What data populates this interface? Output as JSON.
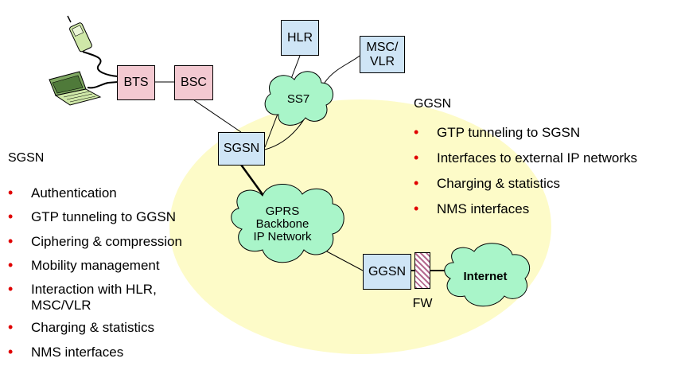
{
  "nodes": {
    "bts": "BTS",
    "bsc": "BSC",
    "hlr": "HLR",
    "msc_vlr": "MSC/\nVLR",
    "sgsn": "SGSN",
    "ggsn": "GGSN",
    "fw": "FW"
  },
  "clouds": {
    "ss7": "SS7",
    "backbone": "GPRS\nBackbone\nIP Network",
    "internet": "Internet"
  },
  "sgsn_panel": {
    "heading": "SGSN",
    "items": [
      "Authentication",
      "GTP tunneling to GGSN",
      "Ciphering & compression",
      "Mobility management",
      "Interaction with HLR,\nMSC/VLR",
      "Charging & statistics",
      "NMS interfaces"
    ]
  },
  "ggsn_panel": {
    "heading": "GGSN",
    "items": [
      "GTP tunneling to SGSN",
      "Interfaces to external IP networks",
      "Charging & statistics",
      "NMS interfaces"
    ]
  },
  "colors": {
    "domain_fill": "#fdfbc8",
    "cloud_fill": "#a9f5c9",
    "box_pink": "#f3c9d1",
    "box_blue": "#cfe5f6",
    "bullet": "#e00000"
  }
}
